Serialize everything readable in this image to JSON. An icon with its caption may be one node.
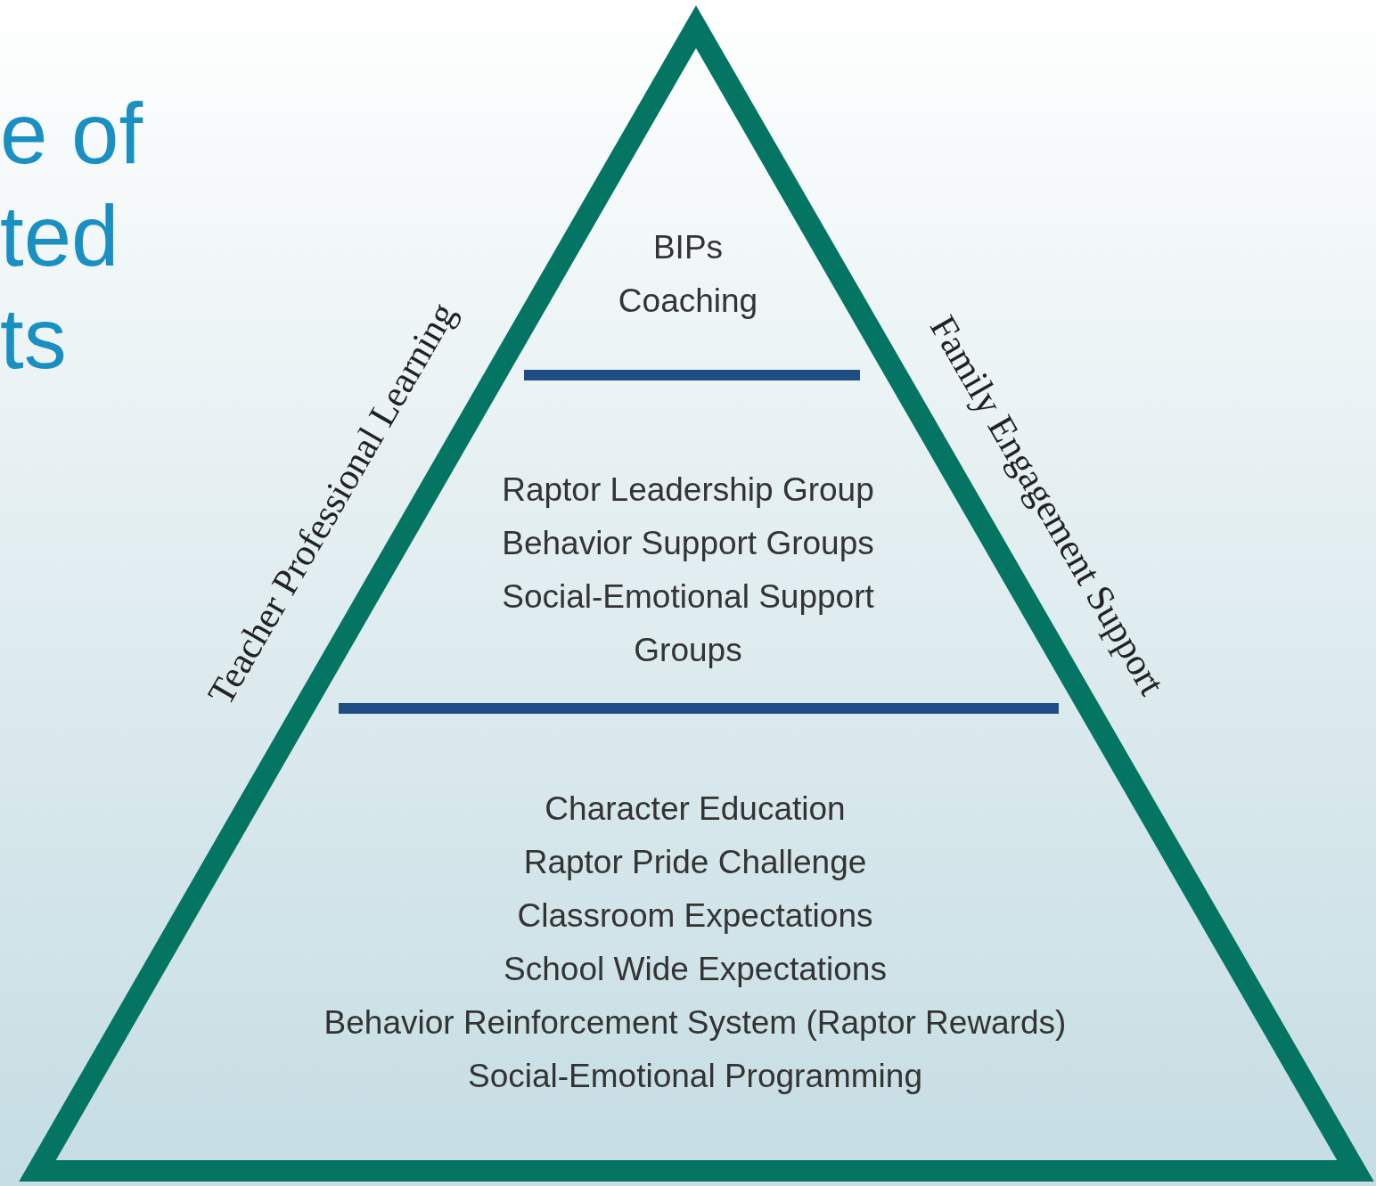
{
  "diagram": {
    "nodes": [
      {
        "text": [
          "BIPs",
          "Coaching"
        ]
      },
      {
        "text": [
          "Raptor Leadership Group",
          "Behavior Support Groups",
          "Social-Emotional Support Groups"
        ]
      },
      {
        "text": [
          "Character Education",
          "Raptor Pride Challenge",
          "Classroom Expectations",
          "School Wide Expectations",
          "Behavior Reinforcement System (Raptor Rewards)",
          "Social-Emotional Programming"
        ]
      }
    ],
    "edges": [],
    "labels": [
      "e of",
      "ted",
      "ts",
      "Teacher Professional Learning",
      "Family Engagement Support"
    ]
  }
}
